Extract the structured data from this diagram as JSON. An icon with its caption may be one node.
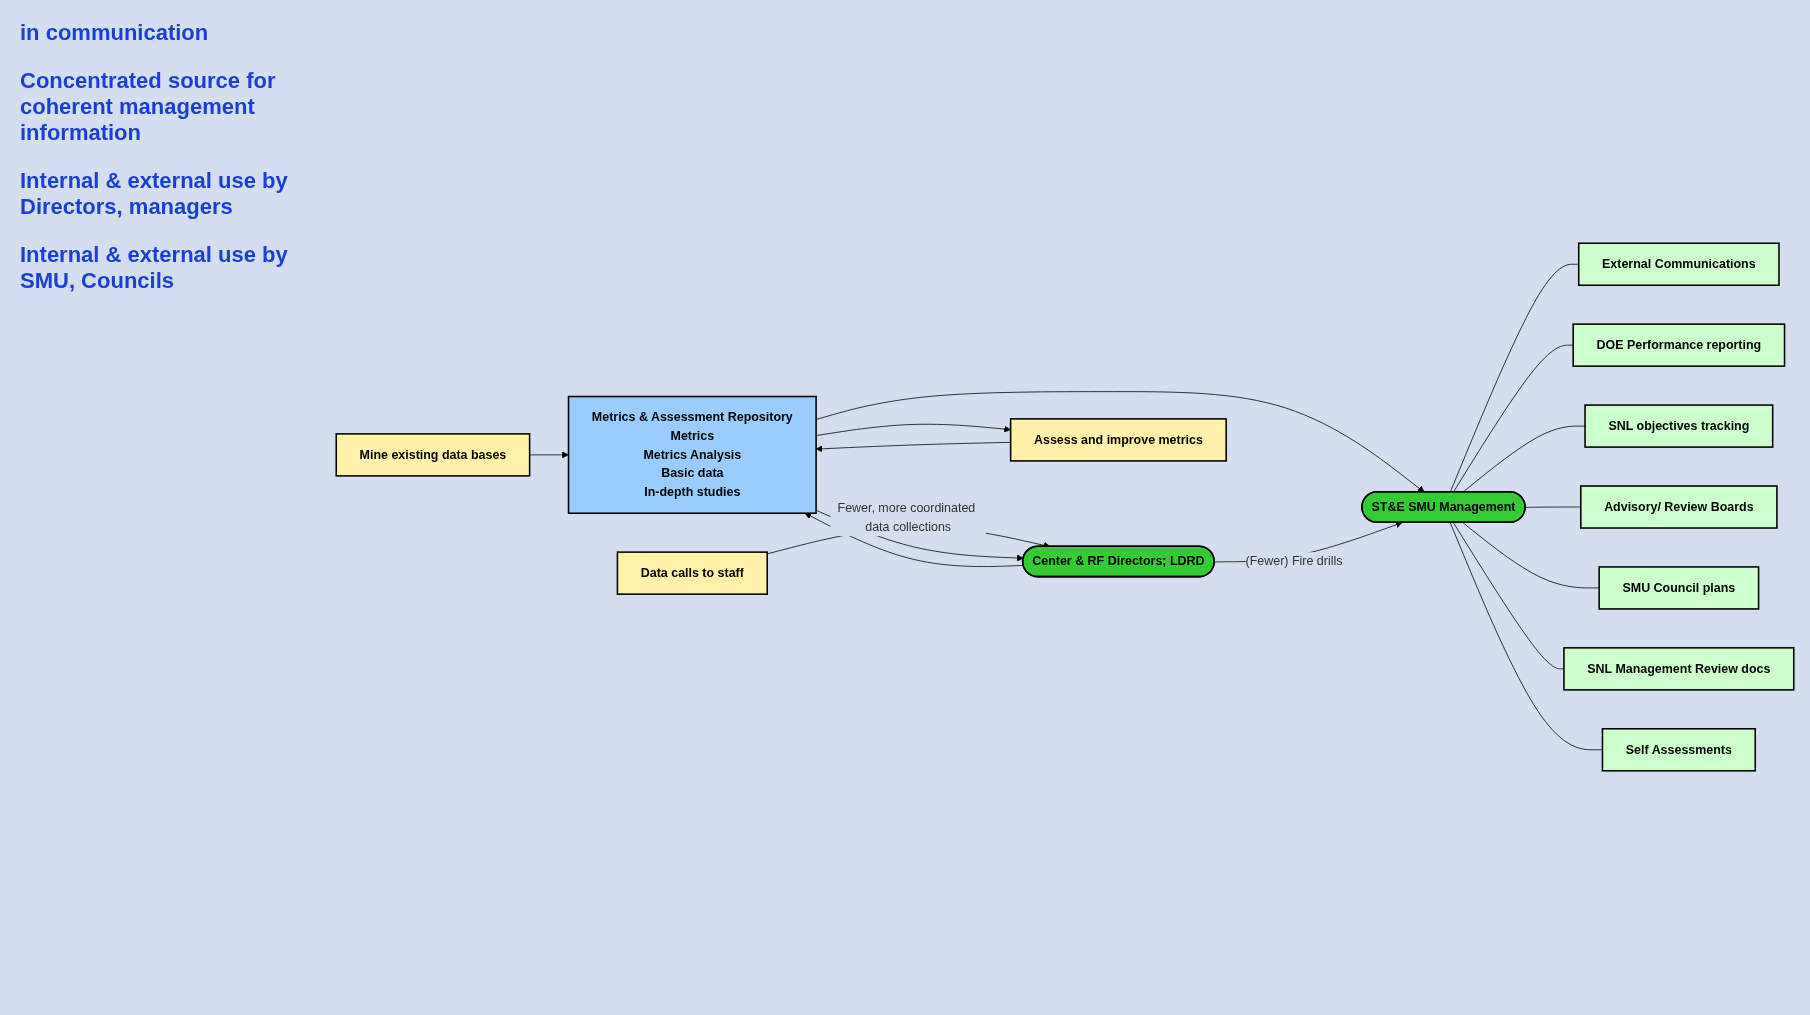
{
  "diagram": {
    "nodes": [
      {
        "text": [
          "Mine existing data bases"
        ]
      },
      {
        "text": [
          "Data calls to staff"
        ]
      },
      {
        "text": [
          "Center & RF Directors; LDRD"
        ]
      },
      {
        "text": [
          "Metrics & Assessment Repository",
          "Metrics",
          "Metrics Analysis",
          "Basic data",
          "In-depth studies"
        ]
      },
      {
        "text": [
          "Assess and improve metrics"
        ]
      },
      {
        "text": [
          "ST&E SMU Management"
        ]
      },
      {
        "text": [
          "External Communications"
        ]
      },
      {
        "text": [
          "DOE Performance reporting"
        ]
      },
      {
        "text": [
          "SNL objectives tracking"
        ]
      },
      {
        "text": [
          "Advisory/ Review Boards"
        ]
      },
      {
        "text": [
          "SMU Council plans"
        ]
      },
      {
        "text": [
          "SNL Management Review docs"
        ]
      },
      {
        "text": [
          "Self Assessments"
        ]
      }
    ],
    "edges": [
      {
        "from": 0,
        "to": 3,
        "arrow": "to"
      },
      {
        "from": 1,
        "to": 2,
        "arrow": "to",
        "label": "Fewer, more coordinated data collections"
      },
      {
        "from": 2,
        "to": 3,
        "arrow": "to"
      },
      {
        "from": 3,
        "to": 2,
        "arrow": "to"
      },
      {
        "from": 3,
        "to": 4,
        "arrow": "to"
      },
      {
        "from": 4,
        "to": 3,
        "arrow": "to"
      },
      {
        "from": 3,
        "to": 5,
        "arrow": "to"
      },
      {
        "from": 2,
        "to": 5,
        "arrow": "to",
        "label": "(Fewer) Fire drills"
      },
      {
        "from": 5,
        "to": 6,
        "arrow": "none"
      },
      {
        "from": 5,
        "to": 7,
        "arrow": "none"
      },
      {
        "from": 5,
        "to": 8,
        "arrow": "none"
      },
      {
        "from": 5,
        "to": 9,
        "arrow": "none"
      },
      {
        "from": 5,
        "to": 10,
        "arrow": "none"
      },
      {
        "from": 5,
        "to": 11,
        "arrow": "none"
      },
      {
        "from": 5,
        "to": 12,
        "arrow": "none"
      }
    ],
    "labels": [
      "in communication",
      "Concentrated source for coherent management information",
      "Internal & external use by Directors, managers",
      "Internal & external use by SMU, Councils"
    ]
  }
}
